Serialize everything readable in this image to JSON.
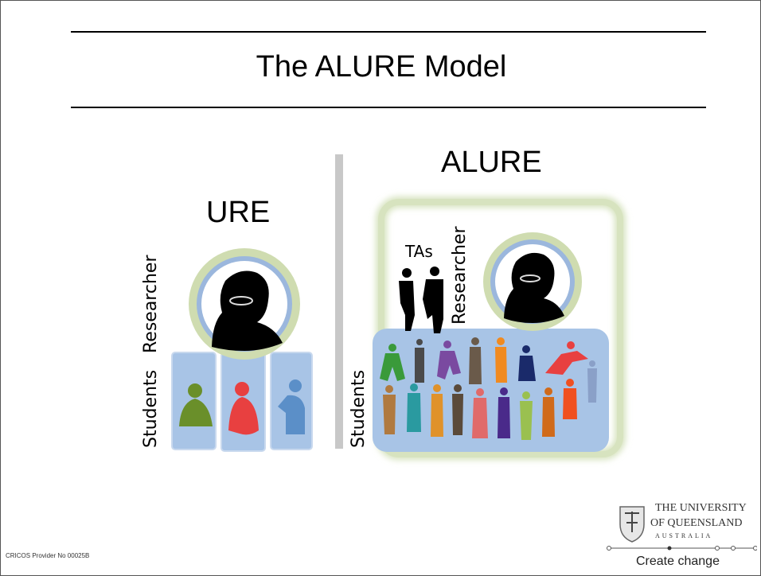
{
  "slide": {
    "title": "The ALURE Model",
    "footer": "CRICOS Provider No 00025B"
  },
  "diagram": {
    "ure": {
      "heading": "URE",
      "researcher_label": "Researcher",
      "students_label": "Students",
      "student_colors": [
        "#6a8f2a",
        "#e84040",
        "#5b8fc8"
      ]
    },
    "alure": {
      "heading": "ALURE",
      "tas_label": "TAs",
      "researcher_label": "Researcher",
      "students_label": "Students"
    },
    "colors": {
      "ring_outer": "#cfdcb0",
      "ring_inner": "#9bb7dd",
      "panel_blue": "#a8c4e6",
      "divider": "#c8c8c8"
    }
  },
  "logo": {
    "line1": "THE UNIVERSITY",
    "line2": "OF QUEENSLAND",
    "line3": "AUSTRALIA",
    "tagline": "Create change"
  }
}
